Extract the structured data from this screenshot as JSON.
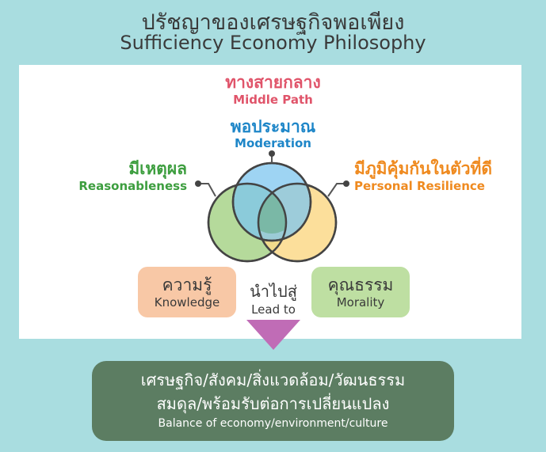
{
  "title": {
    "thai": "ปรัชญาของเศรษฐกิจพอเพียง",
    "english": "Sufficiency Economy Philosophy"
  },
  "middle_path": {
    "thai": "ทางสายกลาง",
    "english": "Middle Path"
  },
  "principles": {
    "moderation": {
      "thai": "พอประมาณ",
      "english": "Moderation",
      "color": "#7ec6ef"
    },
    "reasonableness": {
      "thai": "มีเหตุผล",
      "english": "Reasonableness",
      "color": "#a8d48a"
    },
    "personal_resilience": {
      "thai": "มีภูมิคุ้มกันในตัวที่ดี",
      "english": "Personal Resilience",
      "color": "#fbd98a"
    }
  },
  "conditions": {
    "knowledge": {
      "thai": "ความรู้",
      "english": "Knowledge",
      "color": "#f8c8a6"
    },
    "morality": {
      "thai": "คุณธรรม",
      "english": "Morality",
      "color": "#bedfa2"
    }
  },
  "lead_to": {
    "thai": "นำไปสู่",
    "english": "Lead to",
    "arrow_color": "#c06cb6"
  },
  "result": {
    "line1": "เศรษฐกิจ/สังคม/สิ่งแวดล้อม/วัฒนธรรม",
    "line2": "สมดุล/พร้อมรับต่อการเปลี่ยนแปลง",
    "line3": "Balance of economy/environment/culture",
    "color": "#5c7d62"
  }
}
